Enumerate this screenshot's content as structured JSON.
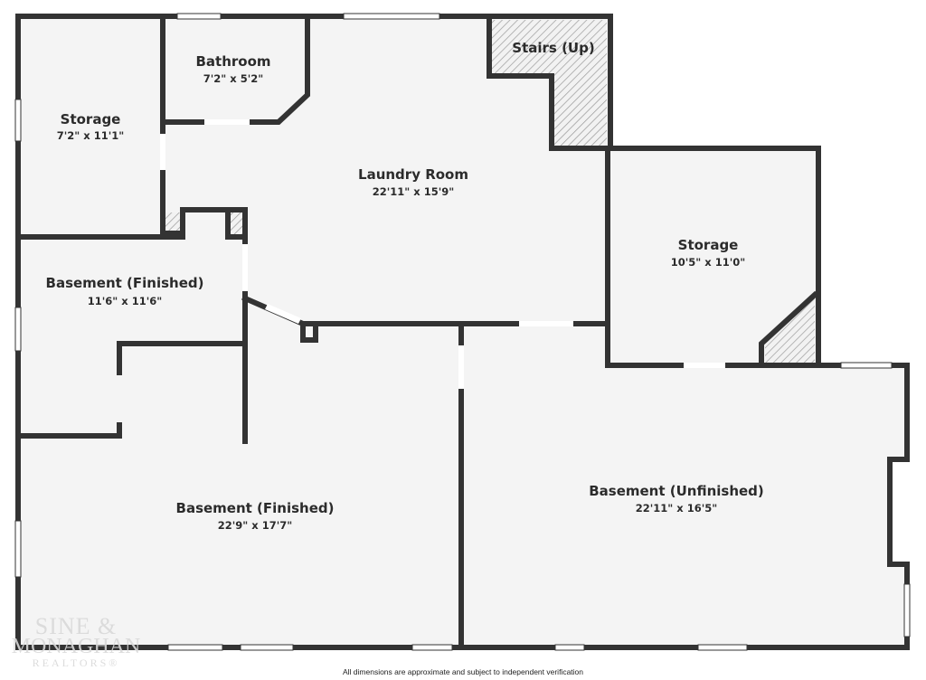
{
  "rooms": {
    "bathroom": {
      "name": "Bathroom",
      "dims": "7'2\" x 5'2\""
    },
    "storage_nw": {
      "name": "Storage",
      "dims": "7'2\" x 11'1\""
    },
    "stairs": {
      "name": "Stairs (Up)"
    },
    "laundry": {
      "name": "Laundry Room",
      "dims": "22'11\" x 15'9\""
    },
    "storage_e": {
      "name": "Storage",
      "dims": "10'5\" x 11'0\""
    },
    "basement_finished_small": {
      "name": "Basement (Finished)",
      "dims": "11'6\" x 11'6\""
    },
    "basement_finished_large": {
      "name": "Basement (Finished)",
      "dims": "22'9\" x 17'7\""
    },
    "basement_unfinished": {
      "name": "Basement (Unfinished)",
      "dims": "22'11\" x 16'5\""
    }
  },
  "disclaimer": "All dimensions are approximate and subject to independent verification",
  "logo": {
    "line1": "SINE &",
    "line2": "MONAGHAN",
    "line3": "REALTORS®"
  },
  "colors": {
    "wall": "#333333",
    "floor": "#f4f4f4",
    "window": "#ffffff",
    "hatch": "#9a9a9a"
  }
}
